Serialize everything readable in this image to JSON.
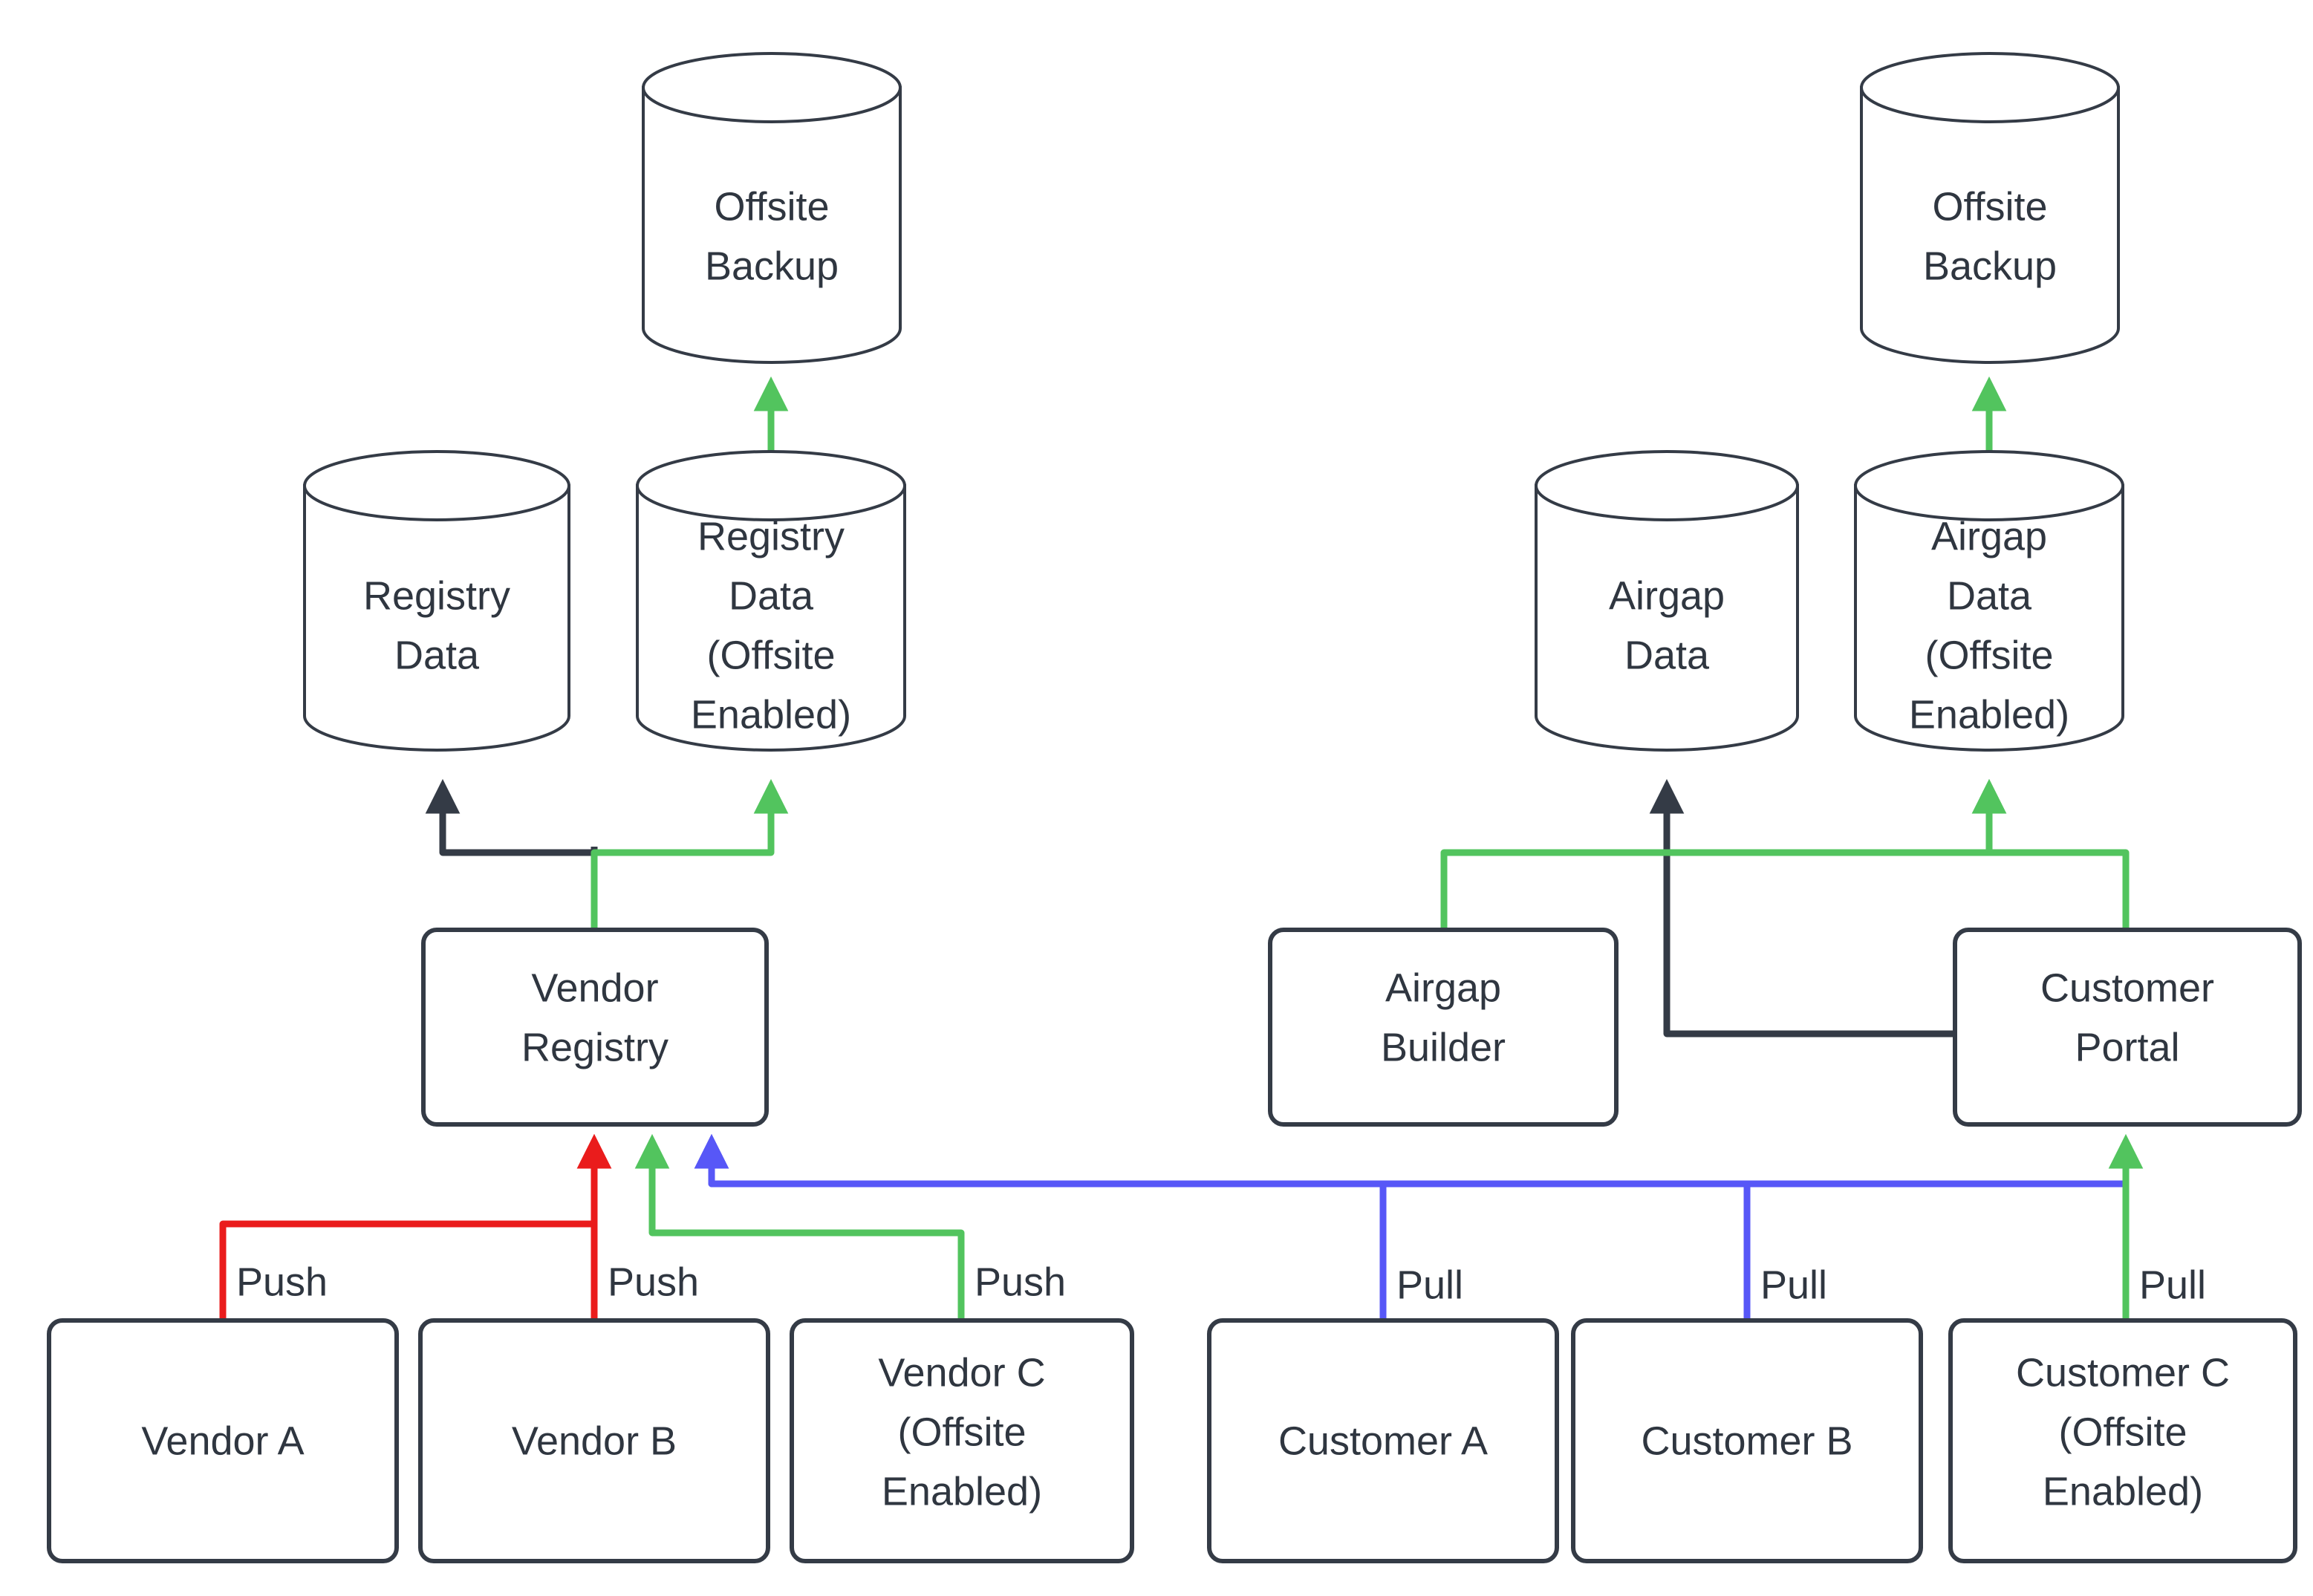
{
  "diagram": {
    "title": "Vendor Registry and Airgap Distribution Flow",
    "background": "#ffffff",
    "colors": {
      "dark": "#343b46",
      "text": "#2f3640",
      "green": "#52c45e",
      "red": "#ea1c1c",
      "blue": "#5757f7"
    },
    "nodes": {
      "offsite_backup_left": {
        "line1": "Offsite",
        "line2": "Backup",
        "shape": "cylinder"
      },
      "offsite_backup_right": {
        "line1": "Offsite",
        "line2": "Backup",
        "shape": "cylinder"
      },
      "registry_data": {
        "line1": "Registry",
        "line2": "Data",
        "shape": "cylinder"
      },
      "registry_data_offsite": {
        "line1": "Registry",
        "line2": "Data",
        "line3": "(Offsite",
        "line4": "Enabled)",
        "shape": "cylinder"
      },
      "airgap_data": {
        "line1": "Airgap",
        "line2": "Data",
        "shape": "cylinder"
      },
      "airgap_data_offsite": {
        "line1": "Airgap",
        "line2": "Data",
        "line3": "(Offsite",
        "line4": "Enabled)",
        "shape": "cylinder"
      },
      "vendor_registry": {
        "line1": "Vendor",
        "line2": "Registry",
        "shape": "box"
      },
      "airgap_builder": {
        "line1": "Airgap",
        "line2": "Builder",
        "shape": "box"
      },
      "customer_portal": {
        "line1": "Customer",
        "line2": "Portal",
        "shape": "box"
      },
      "vendor_a": {
        "line1": "Vendor A",
        "shape": "box"
      },
      "vendor_b": {
        "line1": "Vendor B",
        "shape": "box"
      },
      "vendor_c": {
        "line1": "Vendor C",
        "line2": "(Offsite",
        "line3": "Enabled)",
        "shape": "box"
      },
      "customer_a": {
        "line1": "Customer A",
        "shape": "box"
      },
      "customer_b": {
        "line1": "Customer B",
        "shape": "box"
      },
      "customer_c": {
        "line1": "Customer C",
        "line2": "(Offsite",
        "line3": "Enabled)",
        "shape": "box"
      }
    },
    "edge_labels": {
      "push_a": "Push",
      "push_b": "Push",
      "push_c": "Push",
      "pull_a": "Pull",
      "pull_b": "Pull",
      "pull_c": "Pull"
    },
    "edges": [
      {
        "from": "registry_data_offsite",
        "to": "offsite_backup_left",
        "color": "green",
        "label": ""
      },
      {
        "from": "airgap_data_offsite",
        "to": "offsite_backup_right",
        "color": "green",
        "label": ""
      },
      {
        "from": "vendor_registry",
        "to": "registry_data",
        "color": "dark",
        "label": ""
      },
      {
        "from": "vendor_registry",
        "to": "registry_data_offsite",
        "color": "green",
        "label": ""
      },
      {
        "from": "airgap_builder",
        "to": "airgap_data_offsite",
        "color": "green",
        "label": ""
      },
      {
        "from": "customer_portal",
        "to": "airgap_data_offsite",
        "color": "green",
        "label": ""
      },
      {
        "from": "customer_portal",
        "to": "airgap_data",
        "color": "dark",
        "label": ""
      },
      {
        "from": "vendor_a",
        "to": "vendor_registry",
        "color": "red",
        "label": "Push"
      },
      {
        "from": "vendor_b",
        "to": "vendor_registry",
        "color": "red",
        "label": "Push"
      },
      {
        "from": "vendor_c",
        "to": "vendor_registry",
        "color": "green",
        "label": "Push"
      },
      {
        "from": "customer_a",
        "to": "vendor_registry",
        "color": "blue",
        "label": "Pull"
      },
      {
        "from": "customer_b",
        "to": "vendor_registry",
        "color": "blue",
        "label": "Pull"
      },
      {
        "from": "customer_c",
        "to": "customer_portal",
        "color": "green",
        "label": "Pull"
      }
    ]
  }
}
